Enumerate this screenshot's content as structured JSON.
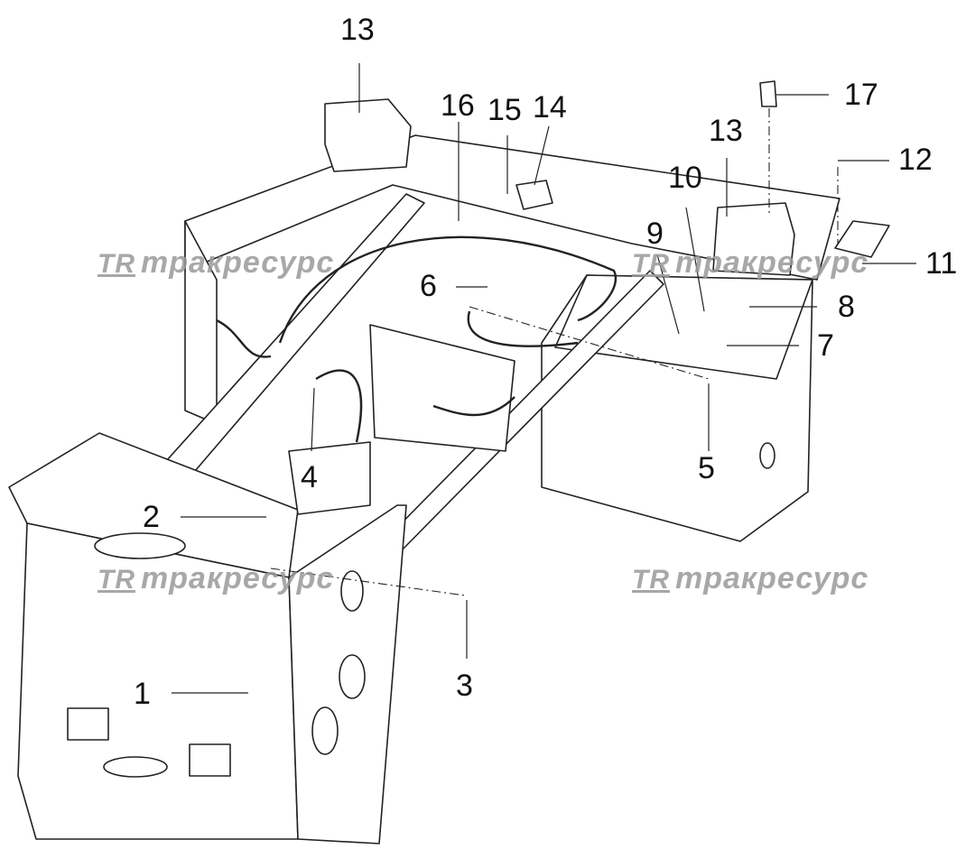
{
  "callouts": [
    "1",
    "2",
    "3",
    "4",
    "5",
    "6",
    "7",
    "8",
    "9",
    "10",
    "11",
    "12",
    "13",
    "13",
    "14",
    "15",
    "16",
    "17"
  ],
  "watermark": {
    "logo": "TR",
    "text": "тракресурс"
  }
}
